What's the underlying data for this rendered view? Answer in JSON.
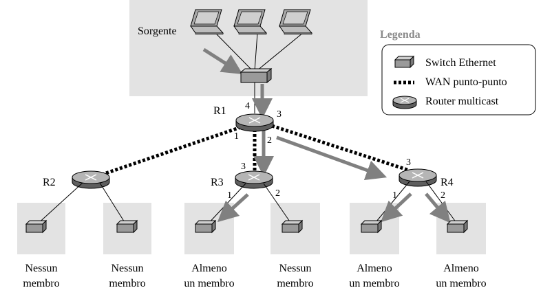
{
  "source_label": "Sorgente",
  "legend": {
    "title": "Legenda",
    "items": [
      {
        "icon": "switch-icon",
        "label": "Switch Ethernet"
      },
      {
        "icon": "wan-line-icon",
        "label": "WAN punto-punto"
      },
      {
        "icon": "router-icon",
        "label": "Router multicast"
      }
    ]
  },
  "routers": {
    "r1": {
      "name": "R1",
      "ports": [
        "4",
        "3",
        "1",
        "2"
      ]
    },
    "r2": {
      "name": "R2",
      "ports": []
    },
    "r3": {
      "name": "R3",
      "ports": [
        "3",
        "1",
        "2"
      ]
    },
    "r4": {
      "name": "R4",
      "ports": [
        "3",
        "1",
        "2"
      ]
    }
  },
  "lans": [
    {
      "line1": "Nessun",
      "line2": "membro"
    },
    {
      "line1": "Nessun",
      "line2": "membro"
    },
    {
      "line1": "Almeno",
      "line2": "un membro"
    },
    {
      "line1": "Nessun",
      "line2": "membro"
    },
    {
      "line1": "Almeno",
      "line2": "un membro"
    },
    {
      "line1": "Almeno",
      "line2": "un membro"
    }
  ],
  "colors": {
    "shade": "#e3e3e3",
    "arrow": "#808080",
    "device_fill": "#9a9a9a",
    "wan_dots": "#000000"
  }
}
